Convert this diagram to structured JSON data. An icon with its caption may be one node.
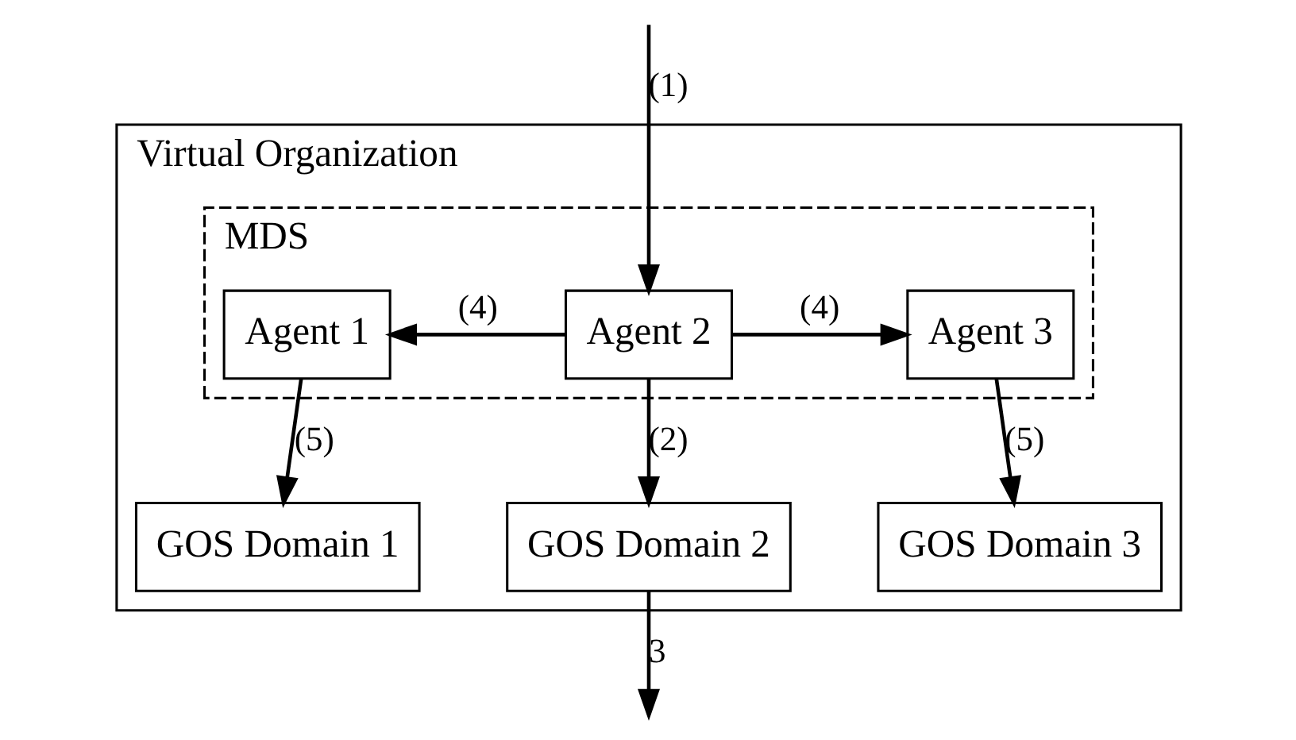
{
  "diagram": {
    "nodes": [
      {
        "text": [
          "Virtual Organization"
        ]
      },
      {
        "text": [
          "MDS"
        ],
        "in": 0
      },
      {
        "text": [
          "Agent 1"
        ],
        "in": 1
      },
      {
        "text": [
          "Agent 2"
        ],
        "in": 1
      },
      {
        "text": [
          "Agent 3"
        ],
        "in": 1
      },
      {
        "text": [
          "GOS Domain 1"
        ],
        "in": 0
      },
      {
        "text": [
          "GOS Domain 2"
        ],
        "in": 0
      },
      {
        "text": [
          "GOS Domain 3"
        ],
        "in": 0
      }
    ],
    "edges": [
      {
        "from": null,
        "to": 3,
        "arrow": "to",
        "label": "(1)"
      },
      {
        "from": 3,
        "to": 2,
        "arrow": "to",
        "label": "(4)"
      },
      {
        "from": 3,
        "to": 4,
        "arrow": "to",
        "label": "(4)"
      },
      {
        "from": 2,
        "to": 5,
        "arrow": "to",
        "label": "(5)"
      },
      {
        "from": 3,
        "to": 6,
        "arrow": "to",
        "label": "(2)"
      },
      {
        "from": 4,
        "to": 7,
        "arrow": "to",
        "label": "(5)"
      },
      {
        "from": 6,
        "to": null,
        "arrow": "to",
        "label": "3"
      }
    ]
  }
}
